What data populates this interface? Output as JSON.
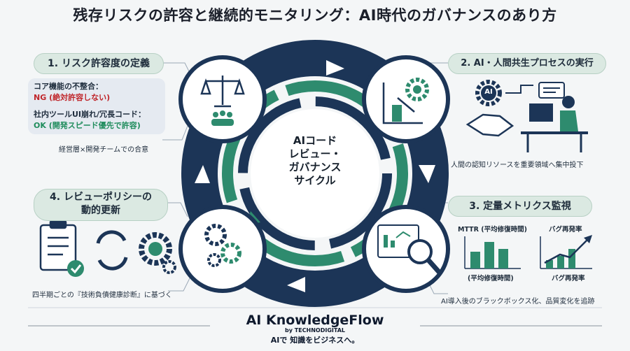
{
  "title": "残存リスクの許容と継続的モニタリング：AI時代のガバナンスのあり方",
  "center_label": [
    "AIコード",
    "レビュー・",
    "ガバナンス",
    "サイクル"
  ],
  "step1": {
    "heading": "1. リスク許容度の定義",
    "line1": "コア機能の不整合：",
    "line2": "NG (絶対許容しない)",
    "line3": "社内ツールUI崩れ/冗長コード：",
    "line4": "OK (開発スピード優先で許容)",
    "note": "経営層×開発チームでの合意"
  },
  "step2": {
    "heading": "2. AI・人間共生プロセスの実行",
    "ai_badge": "AI",
    "note": "人間の認知リソースを重要領域へ集中投下"
  },
  "step3": {
    "heading": "3. 定量メトリクス監視",
    "chart1_title": "MTTR (平均修復時間)",
    "chart1_caption": "(平均修復時間)",
    "chart2_title": "バグ再発率",
    "chart2_caption": "バグ再発率",
    "note": "AI導入後のブラックボックス化、品質変化を追跡"
  },
  "step4": {
    "heading_line1": "4. レビューポリシーの",
    "heading_line2": "動的更新",
    "note": "四半期ごとの『技術負債健康診断』に基づく"
  },
  "footer": {
    "brand": "AI KnowledgeFlow",
    "by": "by TECHNODIGITAL",
    "slogan": "AIで 知識をビジネスへ。"
  },
  "colors": {
    "navy": "#1c3557",
    "teal": "#2e8b6e",
    "pill": "#dbe9e2"
  }
}
